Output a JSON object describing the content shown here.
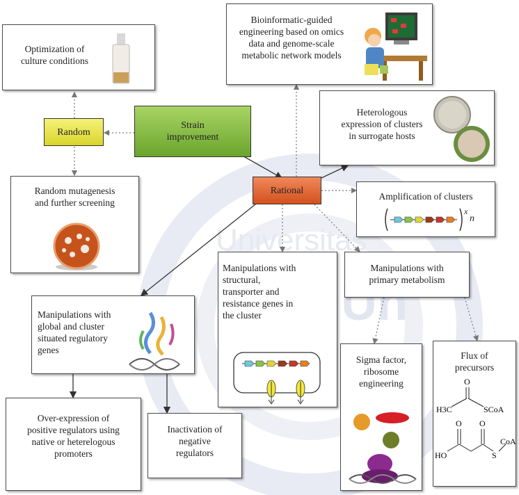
{
  "watermark": {
    "text": "Universitas",
    "text2": "sa Un"
  },
  "nodes": {
    "strain": "Strain\nimprovement",
    "random": "Random",
    "rational": "Rational",
    "optimization": "Optimization of\nculture conditions",
    "random_mutagenesis": "Random mutagenesis\nand further screening",
    "bioinformatic": "Bioinformatic-guided\nengineering based on omics\ndata and genome-scale\nmetabolic network models",
    "heterologous": "Heterologous\nexpression of clusters\nin surrogate hosts",
    "amplification": "Amplification of clusters",
    "amplification_exp": "x",
    "amplification_n": "n",
    "structural": "Manipulations with\nstructural,\ntransporter and\nresistance genes in\nthe cluster",
    "primary": "Manipulations with\nprimary metabolism",
    "global": "Manipulations with\nglobal and cluster\nsituated regulatory\ngenes",
    "sigma": "Sigma factor,\nribosome\nengineering",
    "flux": "Flux of\nprecursors",
    "overexpression": "Over-expression of\npositive regulators using\nnative or heterelogous\npromoters",
    "inactivation": "Inactivation of\nnegative\nregulators"
  },
  "chem": {
    "o1": "O",
    "h3c": "H3C",
    "scoa1": "SCoA",
    "o2": "O",
    "o3": "O",
    "ho": "HO",
    "s": "S",
    "coa": "CoA"
  },
  "colors": {
    "strain_fill": "#7cb13a",
    "random_fill": "#e3e235",
    "rational_fill": "#e2622a",
    "gene_colors": [
      "#6fc7dd",
      "#8bc34a",
      "#e0d43c",
      "#9c3a1d",
      "#c0392b",
      "#e67e22"
    ]
  }
}
